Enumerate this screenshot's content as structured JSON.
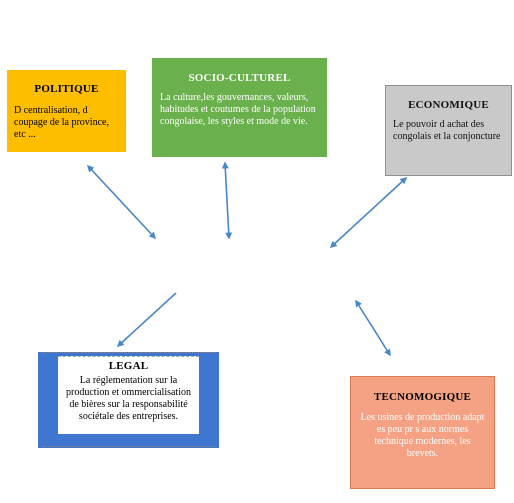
{
  "politique": {
    "title": "POLITIQUE",
    "text": "D centralisation, d coupage de la province, etc    ..."
  },
  "socio": {
    "title": "SOCIO-CULTUREL",
    "text": "La culture,les gouvernances, valeurs, habitudes et coutumes de la population congolaise, les styles et mode de vie."
  },
  "economique": {
    "title": "ECONOMIQUE",
    "text": "Le pouvoir d achat des congolais et la conjoncture"
  },
  "legal": {
    "title": "LEGAL",
    "text": "La réglementation sur la production et  ommercialisation de bières sur la responsabilité sociétale des entreprises."
  },
  "tecno": {
    "title": "TECNOMOGIQUE",
    "text": "Les usines de production adapt es    peu pr s aux normes technique modernes, les brevets."
  },
  "colors": {
    "politique": "#fdbe00",
    "socio": "#6ab04c",
    "economique": "#c9c9c9",
    "legal": "#3f76cf",
    "tecno": "#f4a283",
    "arrow": "#4a86c8"
  }
}
